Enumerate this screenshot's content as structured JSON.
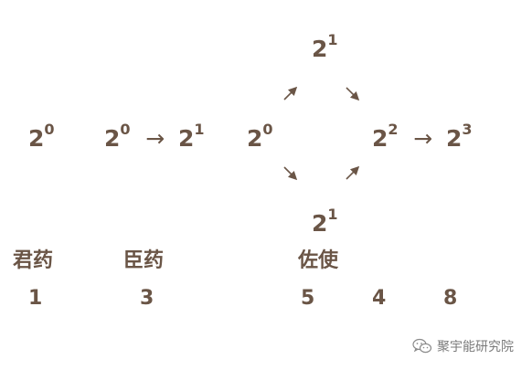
{
  "powers": {
    "p1": {
      "base": "2",
      "exp": "0"
    },
    "p2a": {
      "base": "2",
      "exp": "0"
    },
    "p2b": {
      "base": "2",
      "exp": "1"
    },
    "p3top": {
      "base": "2",
      "exp": "1"
    },
    "p3left": {
      "base": "2",
      "exp": "0"
    },
    "p3right": {
      "base": "2",
      "exp": "2"
    },
    "p3far": {
      "base": "2",
      "exp": "3"
    },
    "p3bottom": {
      "base": "2",
      "exp": "1"
    }
  },
  "arrow_symbol": "→",
  "labels": {
    "jun": "君药",
    "chen": "臣药",
    "zuoshi": "佐使"
  },
  "numbers": [
    "1",
    "3",
    "5",
    "4",
    "8"
  ],
  "watermark": {
    "text": "聚宇能研究院",
    "icon": "wechat-icon"
  },
  "colors": {
    "text": "#6a5546",
    "watermark": "#7a7a7a"
  }
}
